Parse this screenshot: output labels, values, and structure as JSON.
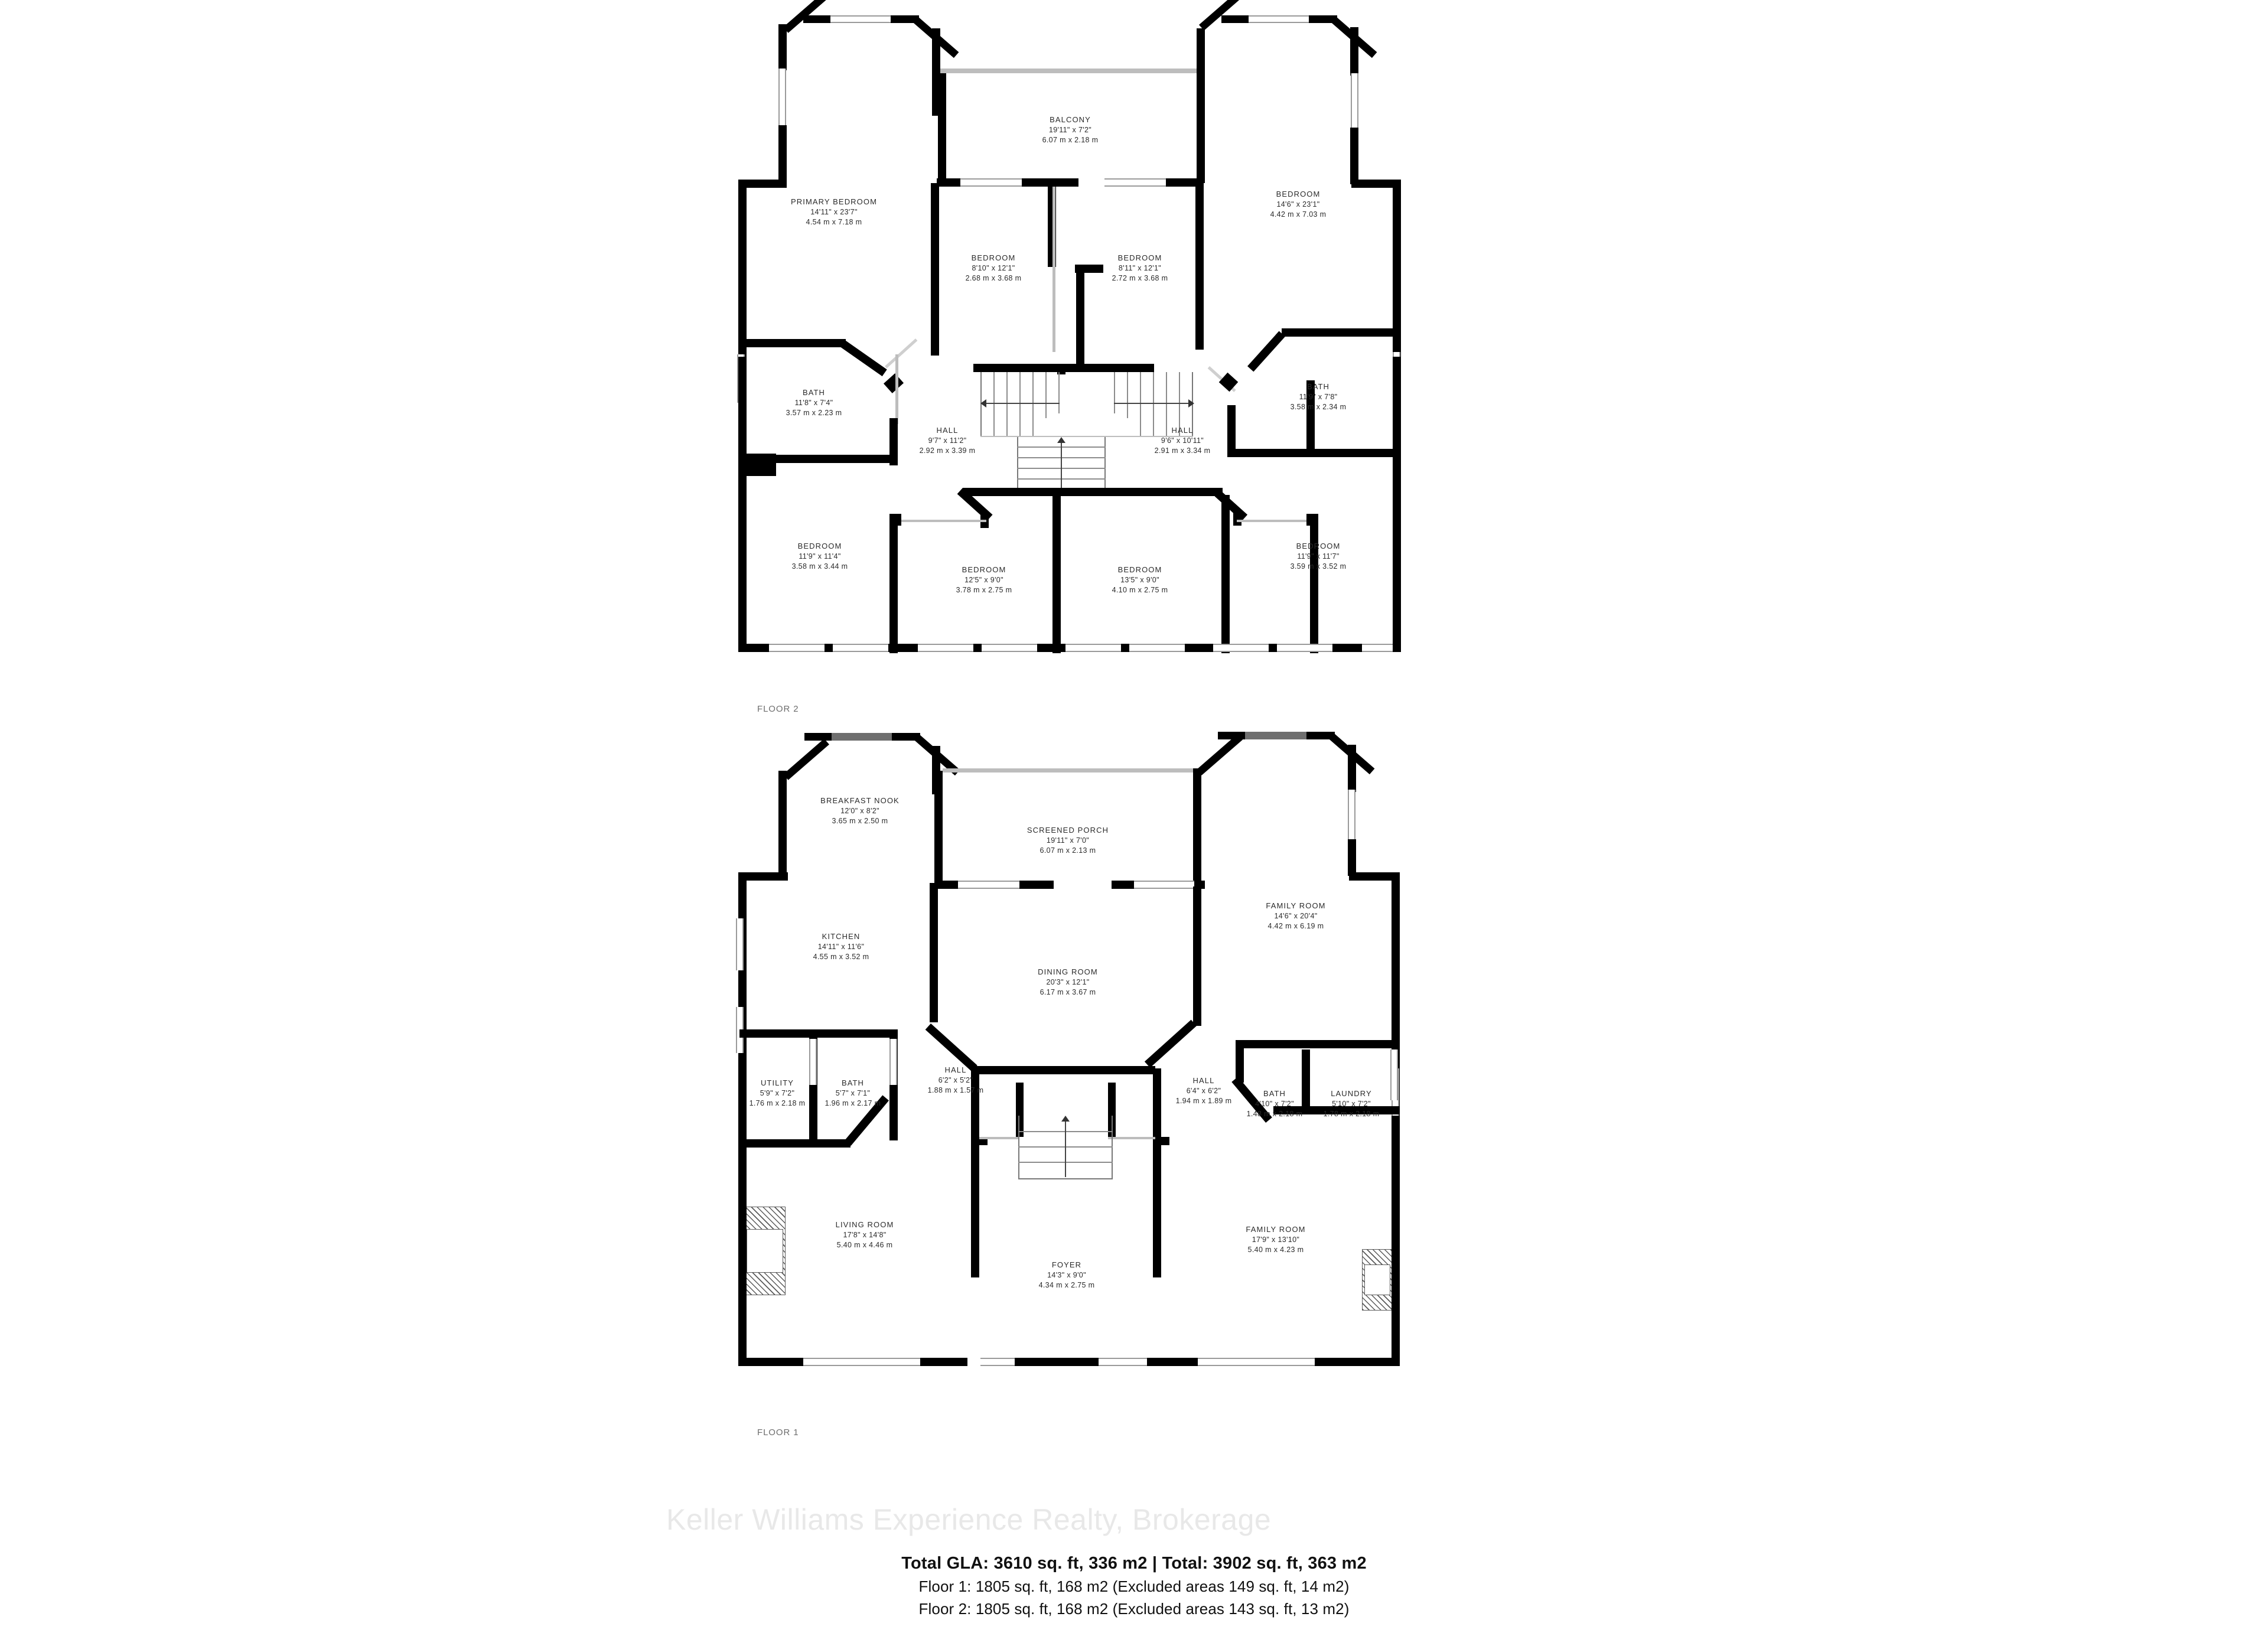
{
  "document": {
    "type": "real-estate-floor-plan",
    "watermark": "Keller Williams Experience Realty, Brokerage"
  },
  "floors": [
    {
      "id": "floor2",
      "caption": "FLOOR 2",
      "rooms": [
        {
          "name": "BALCONY",
          "ft": "19'11\" x 7'2\"",
          "m": "6.07 m x 2.18 m"
        },
        {
          "name": "PRIMARY BEDROOM",
          "ft": "14'11\" x 23'7\"",
          "m": "4.54 m x 7.18 m"
        },
        {
          "name": "BEDROOM",
          "ft": "8'10\" x 12'1\"",
          "m": "2.68 m x 3.68 m"
        },
        {
          "name": "BEDROOM",
          "ft": "8'11\" x 12'1\"",
          "m": "2.72 m x 3.68 m"
        },
        {
          "name": "BEDROOM",
          "ft": "14'6\" x 23'1\"",
          "m": "4.42 m x 7.03 m"
        },
        {
          "name": "BATH",
          "ft": "11'8\" x 7'4\"",
          "m": "3.57 m x 2.23 m"
        },
        {
          "name": "HALL",
          "ft": "9'7\" x 11'2\"",
          "m": "2.92 m x 3.39 m"
        },
        {
          "name": "HALL",
          "ft": "9'6\" x 10'11\"",
          "m": "2.91 m x 3.34 m"
        },
        {
          "name": "BATH",
          "ft": "11'9\" x 7'8\"",
          "m": "3.58 m x 2.34 m"
        },
        {
          "name": "BEDROOM",
          "ft": "11'9\" x 11'4\"",
          "m": "3.58 m x 3.44 m"
        },
        {
          "name": "BEDROOM",
          "ft": "12'5\" x 9'0\"",
          "m": "3.78 m x 2.75 m"
        },
        {
          "name": "BEDROOM",
          "ft": "13'5\" x 9'0\"",
          "m": "4.10 m x 2.75 m"
        },
        {
          "name": "BEDROOM",
          "ft": "11'9\" x 11'7\"",
          "m": "3.59 m x 3.52 m"
        }
      ]
    },
    {
      "id": "floor1",
      "caption": "FLOOR 1",
      "rooms": [
        {
          "name": "BREAKFAST NOOK",
          "ft": "12'0\" x 8'2\"",
          "m": "3.65 m x 2.50 m"
        },
        {
          "name": "SCREENED PORCH",
          "ft": "19'11\" x 7'0\"",
          "m": "6.07 m x 2.13 m"
        },
        {
          "name": "FAMILY ROOM",
          "ft": "14'6\" x 20'4\"",
          "m": "4.42 m x 6.19 m"
        },
        {
          "name": "KITCHEN",
          "ft": "14'11\" x 11'6\"",
          "m": "4.55 m x 3.52 m"
        },
        {
          "name": "DINING ROOM",
          "ft": "20'3\" x 12'1\"",
          "m": "6.17 m x 3.67 m"
        },
        {
          "name": "UTILITY",
          "ft": "5'9\" x 7'2\"",
          "m": "1.76 m x 2.18 m"
        },
        {
          "name": "BATH",
          "ft": "5'7\" x 7'1\"",
          "m": "1.96 m x 2.17 m"
        },
        {
          "name": "HALL",
          "ft": "6'2\" x 5'2\"",
          "m": "1.88 m x 1.57 m"
        },
        {
          "name": "HALL",
          "ft": "6'4\" x 6'2\"",
          "m": "1.94 m x 1.89 m"
        },
        {
          "name": "BATH",
          "ft": "4'10\" x 7'2\"",
          "m": "1.48 m x 2.18 m"
        },
        {
          "name": "LAUNDRY",
          "ft": "5'10\" x 7'2\"",
          "m": "1.78 m x 2.18 m"
        },
        {
          "name": "LIVING ROOM",
          "ft": "17'8\" x 14'8\"",
          "m": "5.40 m x 4.46 m"
        },
        {
          "name": "FOYER",
          "ft": "14'3\" x 9'0\"",
          "m": "4.34 m x 2.75 m"
        },
        {
          "name": "FAMILY ROOM",
          "ft": "17'9\" x 13'10\"",
          "m": "5.40 m x 4.23 m"
        }
      ]
    }
  ],
  "summary": {
    "total_line": "Total GLA: 3610 sq. ft, 336 m2 | Total: 3902 sq. ft, 363 m2",
    "floor1_line": "Floor 1: 1805 sq. ft, 168 m2 (Excluded areas 149 sq. ft, 14 m2)",
    "floor2_line": "Floor 2: 1805 sq. ft, 168 m2 (Excluded areas 143 sq. ft, 13 m2)"
  }
}
